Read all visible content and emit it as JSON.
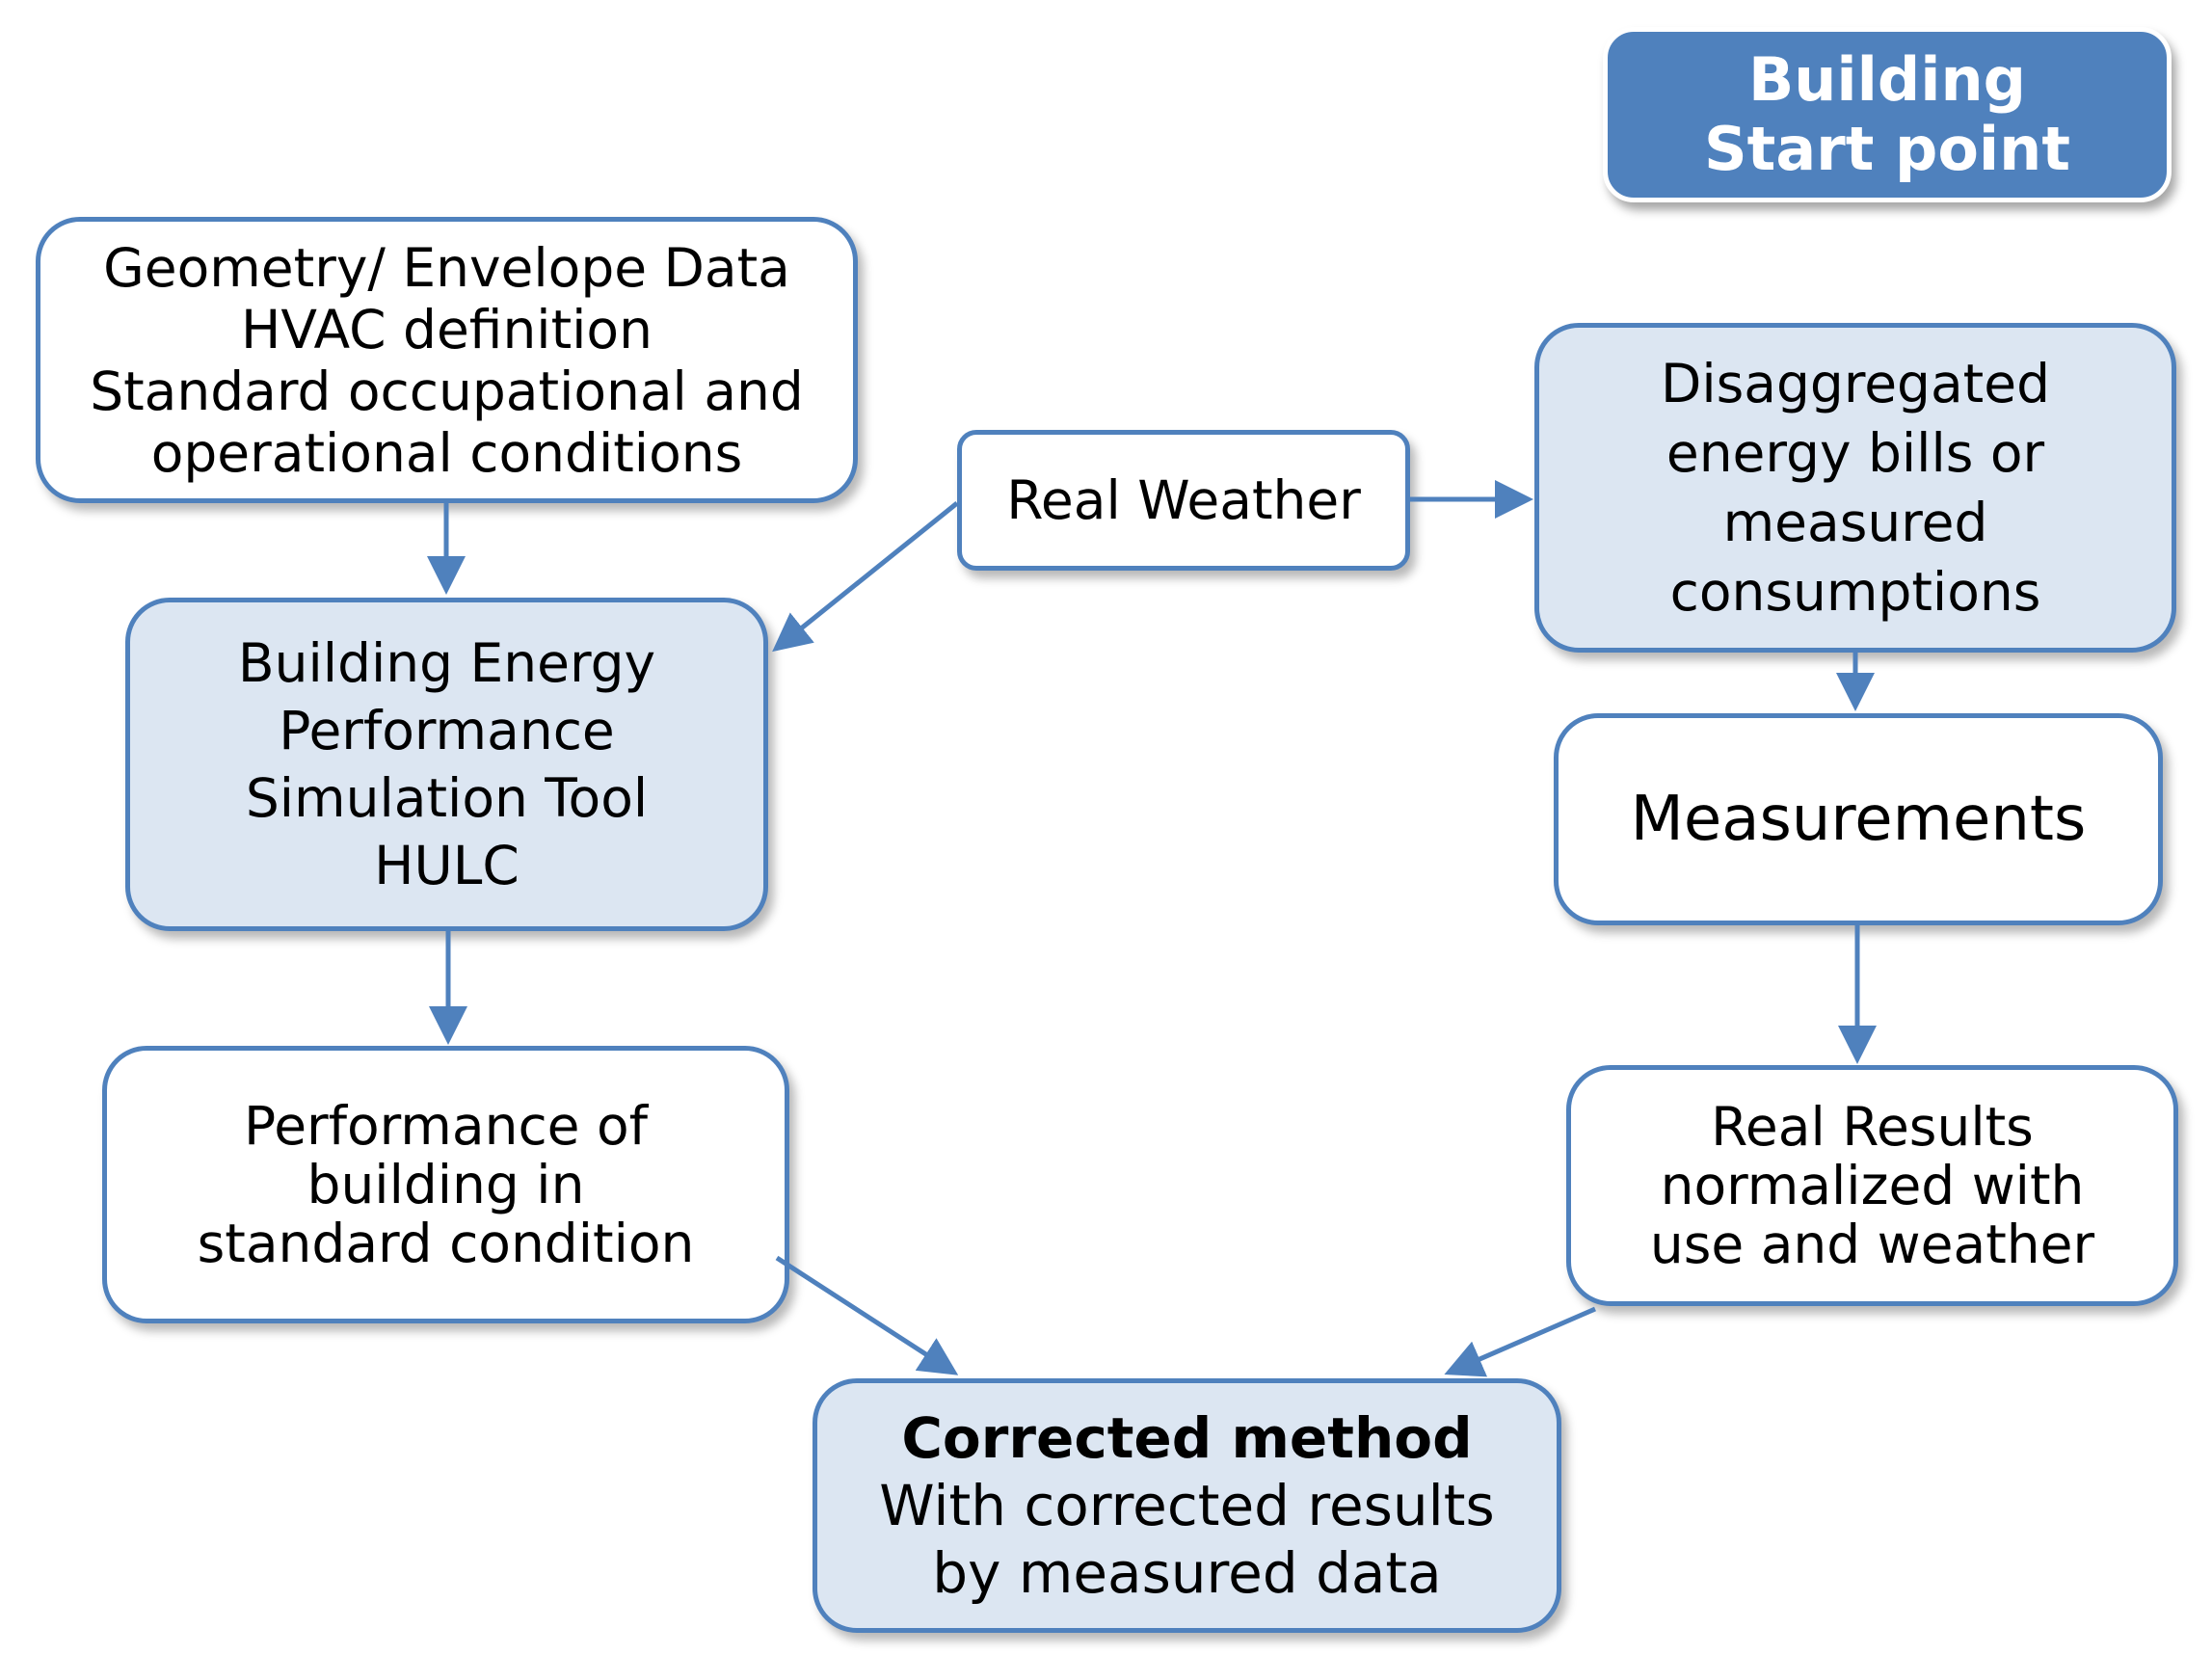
{
  "colors": {
    "accent": "#4f81bd",
    "shaded_fill": "#dce6f2",
    "plain_fill": "#ffffff"
  },
  "start_point": {
    "lines": [
      "Building",
      "Start point"
    ]
  },
  "geometry_box": {
    "lines": [
      "Geometry/ Envelope Data",
      "HVAC definition",
      "Standard occupational and",
      "operational conditions"
    ]
  },
  "real_weather_box": {
    "label": "Real Weather"
  },
  "disaggregated_box": {
    "lines": [
      "Disaggregated",
      "energy bills or",
      "measured",
      "consumptions"
    ]
  },
  "simulation_tool_box": {
    "lines": [
      "Building Energy",
      "Performance",
      "Simulation Tool",
      "HULC"
    ]
  },
  "measurements_box": {
    "label": "Measurements"
  },
  "performance_box": {
    "lines": [
      "Performance of",
      "building in",
      "standard condition"
    ]
  },
  "real_results_box": {
    "lines": [
      "Real Results",
      "normalized with",
      "use and weather"
    ]
  },
  "corrected_box": {
    "title": "Corrected method",
    "lines": [
      "With corrected results",
      "by measured data"
    ]
  }
}
